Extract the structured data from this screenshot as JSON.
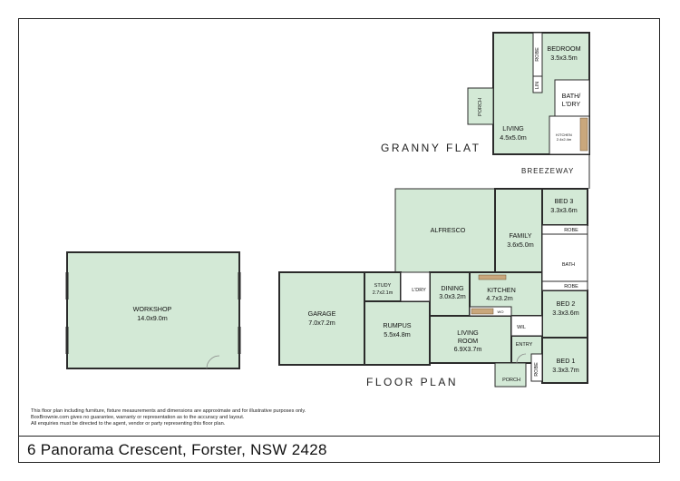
{
  "headings": {
    "granny_flat": "GRANNY FLAT",
    "floor_plan": "FLOOR PLAN",
    "breezeway": "BREEZEWAY"
  },
  "rooms": {
    "bedroom": {
      "name": "BEDROOM",
      "size": "3.5x3.5m"
    },
    "bath_ldry": {
      "name1": "BATH/",
      "name2": "L'DRY"
    },
    "kitchen_flat": {
      "name": "KITCHEN",
      "size": "2.4x2.4m"
    },
    "living_flat": {
      "name": "LIVING",
      "size": "4.5x5.0m"
    },
    "porch_flat": "PORCH",
    "lin": "LIN",
    "robe_flat": "ROBE",
    "alfresco": "ALFRESCO",
    "family": {
      "name": "FAMILY",
      "size": "3.6x5.0m"
    },
    "bed3": {
      "name": "BED 3",
      "size": "3.3x3.6m"
    },
    "robe_a": "ROBE",
    "bath": "BATH",
    "robe_b": "ROBE",
    "bed2": {
      "name": "BED 2",
      "size": "3.3x3.6m"
    },
    "bed1": {
      "name": "BED 1",
      "size": "3.3x3.7m"
    },
    "robe_c": "ROBE",
    "entry": "ENTRY",
    "porch_main": "PORCH",
    "wil": "WIL",
    "kitchen_main": {
      "name": "KITCHEN",
      "size": "4.7x3.2m"
    },
    "wo": "WO",
    "dining": {
      "name": "DINING",
      "size": "3.0x3.2m"
    },
    "living_room": {
      "name1": "LIVING",
      "name2": "ROOM",
      "size": "6.9X3.7m"
    },
    "rumpus": {
      "name": "RUMPUS",
      "size": "5.5x4.8m"
    },
    "study": {
      "name": "STUDY",
      "size": "2.7x2.1m"
    },
    "ldry": "L'DRY",
    "garage": {
      "name": "GARAGE",
      "size": "7.0x7.2m"
    },
    "workshop": {
      "name": "WORKSHOP",
      "size": "14.0x9.0m"
    }
  },
  "disclaimer": [
    "This floor plan including furniture, fixture measurements and dimensions are approximate and for illustrative purposes only.",
    "BoxBrownie.com gives no guarantee, warranty or representation as to the accuracy and layout.",
    "All enquiries must be directed to the agent, vendor or party representing this floor plan."
  ],
  "address": "6 Panorama Crescent, Forster, NSW 2428",
  "colors": {
    "room_green": "#d3e9d6",
    "wall": "#2b2b2b",
    "wet_area": "#ffffff",
    "kitchen_bench": "#c9a77c"
  }
}
